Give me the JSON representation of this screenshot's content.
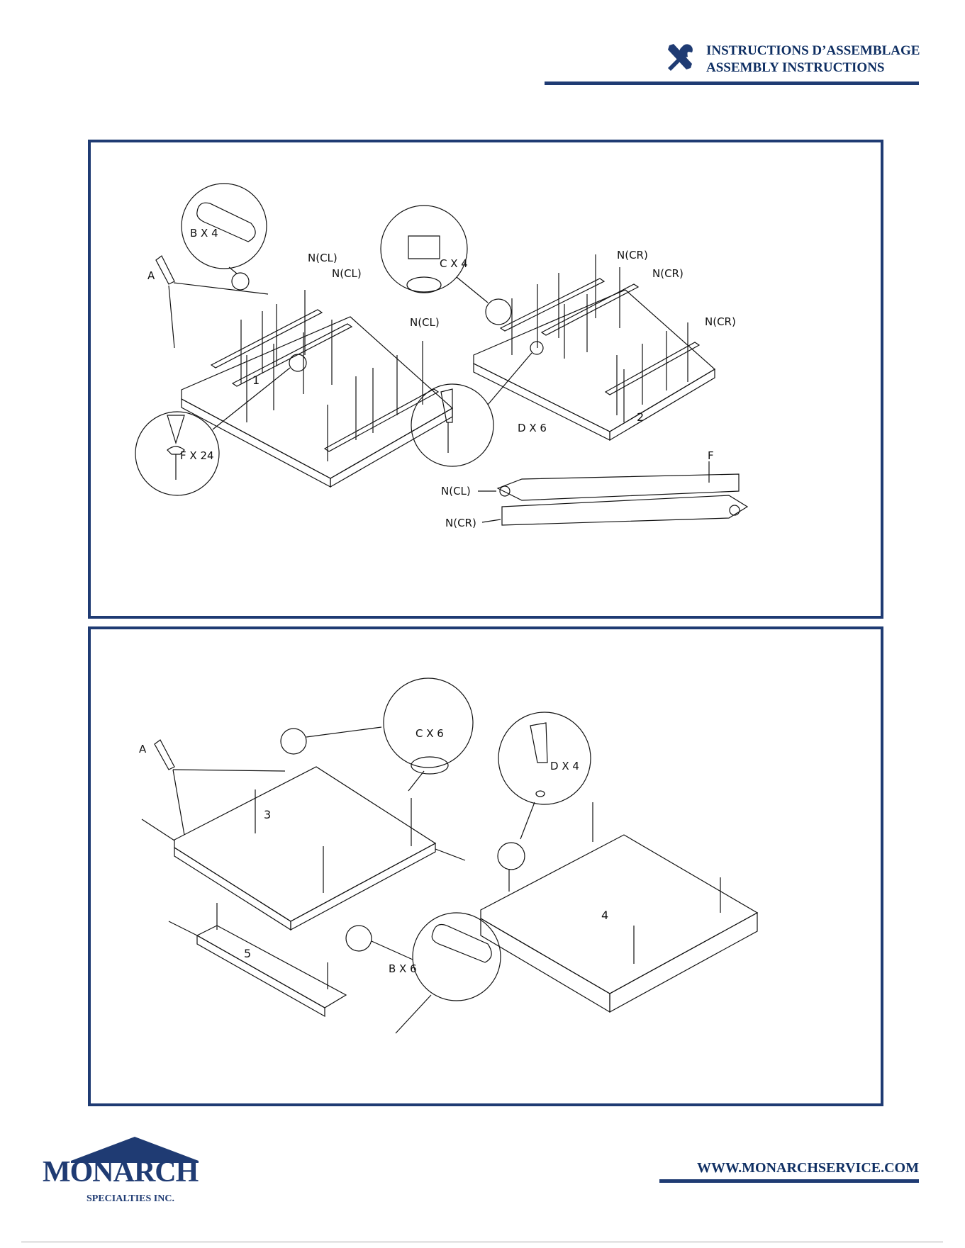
{
  "header": {
    "title_fr": "INSTRUCTIONS D’ASSEMBLAGE",
    "title_en": "ASSEMBLY INSTRUCTIONS",
    "icon": "tools-icon"
  },
  "panel_1": {
    "step_1": "1",
    "step_2": "2",
    "tool_a": "A",
    "callouts": {
      "dowel": "B X 4",
      "cam": "C X 4",
      "bolt": "D X 6",
      "screw": "F X 24"
    },
    "rail_labels": {
      "cl_1": "N(CL)",
      "cl_2": "N(CL)",
      "cl_3": "N(CL)",
      "cr_1": "N(CR)",
      "cr_2": "N(CR)",
      "cr_3": "N(CR)"
    },
    "rail_detail": {
      "screw_label": "F",
      "left_rail": "N(CL)",
      "right_rail": "N(CR)"
    }
  },
  "panel_2": {
    "step_3": "3",
    "step_4": "4",
    "step_5": "5",
    "tool_a": "A",
    "callouts": {
      "cam": "C X 6",
      "bolt": "D X 4",
      "dowel": "B X 6"
    }
  },
  "footer": {
    "brand_name": "MONARCH",
    "brand_sub": "SPECIALTIES INC.",
    "url": "WWW.MONARCHSERVICE.COM"
  },
  "colors": {
    "navy": "#1f3b73",
    "heading": "#0f2f63"
  }
}
